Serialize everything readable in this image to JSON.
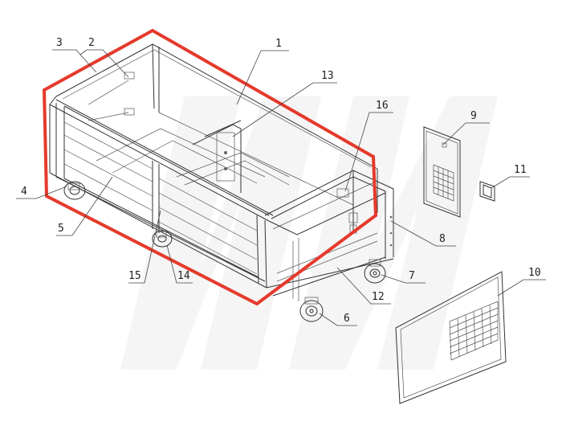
{
  "diagram": {
    "accent_color": "#e53a2c",
    "callouts": [
      {
        "id": "c1",
        "label": "1"
      },
      {
        "id": "c2",
        "label": "2"
      },
      {
        "id": "c3",
        "label": "3"
      },
      {
        "id": "c4",
        "label": "4"
      },
      {
        "id": "c5",
        "label": "5"
      },
      {
        "id": "c6",
        "label": "6"
      },
      {
        "id": "c7",
        "label": "7"
      },
      {
        "id": "c8",
        "label": "8"
      },
      {
        "id": "c9",
        "label": "9"
      },
      {
        "id": "c10",
        "label": "10"
      },
      {
        "id": "c11",
        "label": "11"
      },
      {
        "id": "c12",
        "label": "12"
      },
      {
        "id": "c13",
        "label": "13"
      },
      {
        "id": "c14",
        "label": "14"
      },
      {
        "id": "c15",
        "label": "15"
      },
      {
        "id": "c16",
        "label": "16"
      }
    ]
  }
}
